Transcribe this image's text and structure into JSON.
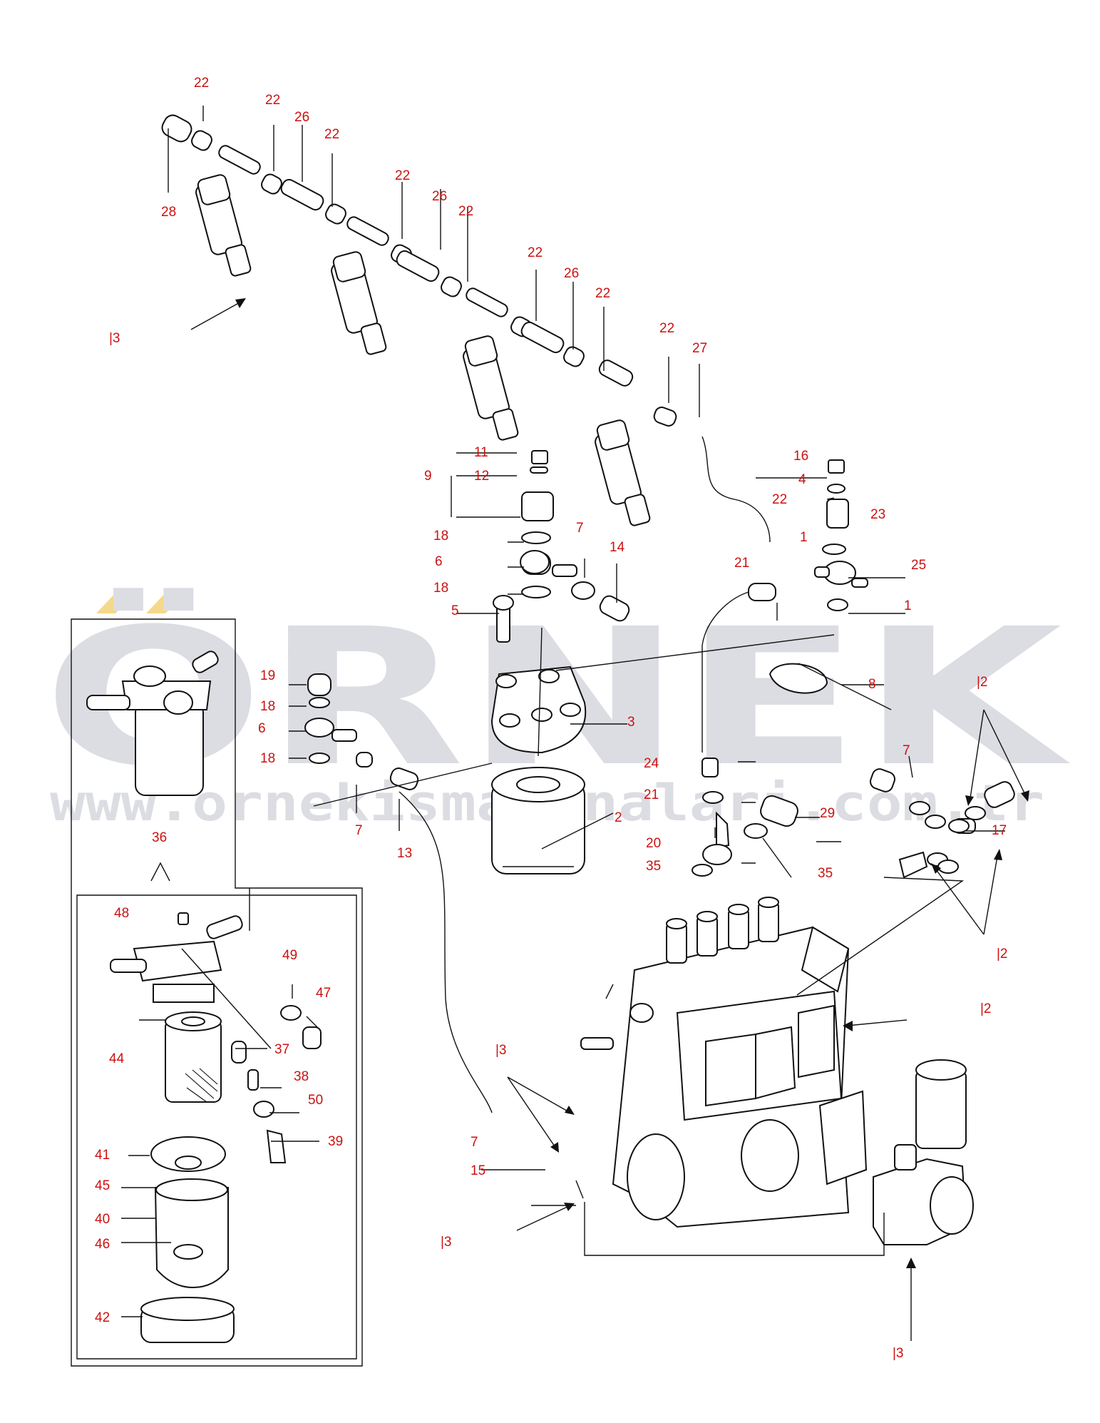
{
  "watermark": {
    "brand": "ÖRNEK",
    "url": "www.ornekismakinalari.com.tr",
    "accent_color": "#f4d98a",
    "text_color": "#dcdde3"
  },
  "label_color": "#cc1111",
  "callouts": {
    "n1": "1",
    "n2": "2",
    "n3": "3",
    "n4": "4",
    "n5": "5",
    "n6": "6",
    "n7": "7",
    "n8": "8",
    "n9": "9",
    "n11": "11",
    "n12": "12",
    "n13": "13",
    "n14": "14",
    "n15": "15",
    "n16": "16",
    "n17": "17",
    "n18": "18",
    "n19": "19",
    "n20": "20",
    "n21": "21",
    "n22": "22",
    "n23": "23",
    "n24": "24",
    "n25": "25",
    "n26": "26",
    "n27": "27",
    "n28": "28",
    "n29": "29",
    "n35": "35",
    "n36": "36",
    "n37": "37",
    "n38": "38",
    "n39": "39",
    "n40": "40",
    "n41": "41",
    "n42": "42",
    "n44": "44",
    "n45": "45",
    "n46": "46",
    "n47": "47",
    "n48": "48",
    "n49": "49",
    "n50": "50"
  },
  "refs": {
    "r2": "|2",
    "r3": "|3"
  }
}
